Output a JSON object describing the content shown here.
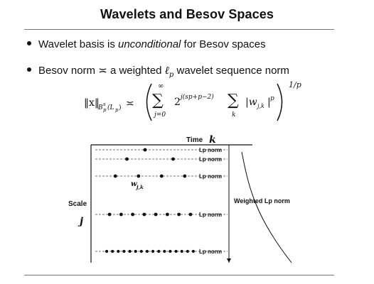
{
  "slide": {
    "title": "Wavelets and Besov Spaces",
    "bullets": [
      {
        "pre": "Wavelet basis is ",
        "em": "unconditional",
        "post": " for Besov spaces"
      },
      {
        "pre": "Besov norm ",
        "sym": "≍",
        "mid": " a weighted ",
        "ell": "ℓ",
        "ellsub": "p",
        "post": " wavelet sequence norm"
      }
    ],
    "formula": {
      "lhs_norm": "‖x‖",
      "lhs_sub": "B",
      "lhs_sub_sup": "s",
      "lhs_sub_sub": "p",
      "lhs_arg": "(L",
      "lhs_arg_sub": "p",
      "lhs_arg_close": ")",
      "asymp": "≍",
      "sum_upper": "∞",
      "sum_lower": "j=0",
      "term_base": "2",
      "term_exp": "j(sp+p−2)",
      "inner_sum_lower": "k",
      "abs_term": "|w",
      "abs_sub": "j,k",
      "abs_close": "|",
      "abs_pow": "p",
      "outer_pow": "1/p"
    },
    "diagram": {
      "time_label": "Time",
      "time_var": "k",
      "scale_label": "Scale",
      "scale_var": "j",
      "w_label": "w",
      "w_sub": "j,k",
      "weighted_label": "Weighted ",
      "weighted_ell": "Lp",
      "weighted_post": " norm",
      "rows": [
        {
          "points": 1,
          "norm_label": "Lp norm"
        },
        {
          "points": 2,
          "norm_label": "Lp norm"
        },
        {
          "points": 4,
          "norm_label": "Lp norm"
        },
        {
          "points": 8,
          "norm_label": "Lp norm"
        },
        {
          "points": 16,
          "norm_label": "Lp norm"
        }
      ]
    }
  }
}
